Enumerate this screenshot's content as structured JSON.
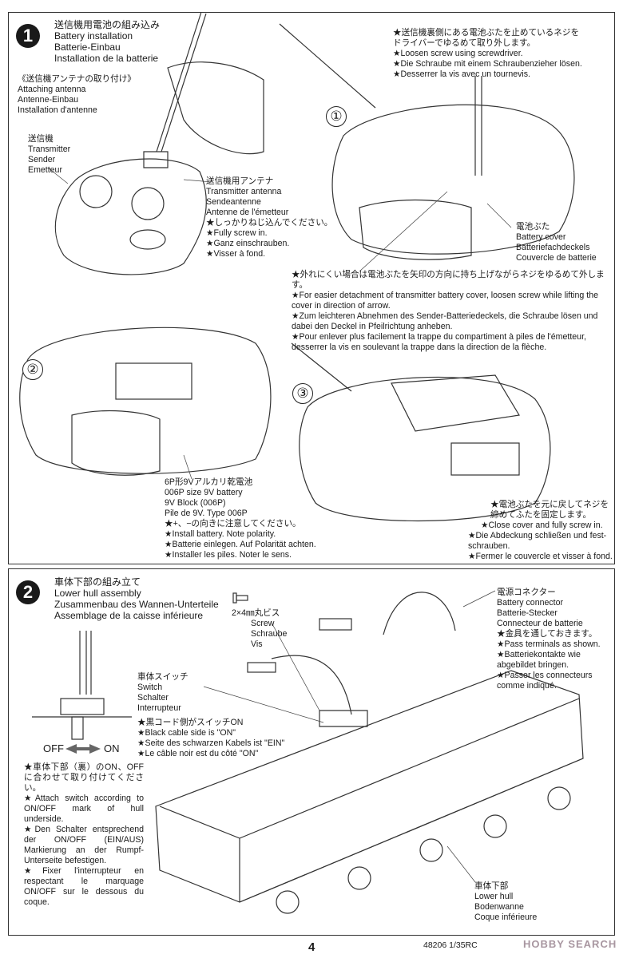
{
  "step1": {
    "number": "1",
    "title": [
      "送信機用電池の組み込み",
      "Battery installation",
      "Batterie-Einbau",
      "Installation de la batterie"
    ],
    "antenna": [
      "《送信機アンテナの取り付け》",
      "Attaching antenna",
      "Antenne-Einbau",
      "Installation d'antenne"
    ],
    "transmitter": [
      "送信機",
      "Transmitter",
      "Sender",
      "Emetteur"
    ],
    "transmitter_antenna": [
      "送信機用アンテナ",
      "Transmitter antenna",
      "Sendeantenne",
      "Antenne de l'émetteur",
      "★しっかりねじ込んでください。",
      "★Fully screw in.",
      "★Ganz einschrauben.",
      "★Visser à fond."
    ],
    "sub1": "①",
    "loosen": [
      "★送信機裏側にある電池ぶたを止めているネジを",
      "ドライバーでゆるめて取り外します。",
      "★Loosen screw using screwdriver.",
      "★Die Schraube mit einem Schraubenzieher lösen.",
      "★Desserrer la vis avec un tournevis."
    ],
    "battery_cover": [
      "電池ぶた",
      "Battery cover",
      "Batteriefachdeckels",
      "Couvercle de batterie"
    ],
    "detach_note": [
      "★外れにくい場合は電池ぶたを矢印の方向に持ち上げながらネジをゆるめて外します。",
      "★For easier detachment of transmitter battery cover, loosen screw while lifting the cover in direction of arrow.",
      "★Zum leichteren Abnehmen des Sender-Batteriedeckels, die Schraube lösen und dabei den Deckel in Pfeilrichtung anheben.",
      "★Pour enlever plus facilement la trappe du compartiment à piles de l'émetteur, desserrer la vis en soulevant la trappe dans la direction de la flèche."
    ],
    "sub2": "②",
    "sub3": "③",
    "battery": [
      "6P形9Vアルカリ乾電池",
      "006P size 9V battery",
      "9V Block (006P)",
      "Pile de 9V. Type 006P",
      "★+、−の向きに注意してください。",
      "★Install battery. Note polarity.",
      "★Batterie einlegen. Auf Polarität achten.",
      "★Installer les piles. Noter le sens."
    ],
    "close_cover": [
      "★電池ぶたを元に戻してネジを",
      "締めてふたを固定します。",
      "★Close cover and fully screw in.",
      "★Die Abdeckung schließen und fest-",
      "schrauben.",
      "★Fermer le couvercle et visser à fond."
    ]
  },
  "step2": {
    "number": "2",
    "title": [
      "車体下部の組み立て",
      "Lower hull assembly",
      "Zusammenbau des Wannen-Unterteile",
      "Assemblage de la caisse inférieure"
    ],
    "screw": [
      "2×4㎜丸ビス",
      "Screw",
      "Schraube",
      "Vis"
    ],
    "switch": [
      "車体スイッチ",
      "Switch",
      "Schalter",
      "Interrupteur"
    ],
    "black_cable": [
      "★黒コード側がスイッチON",
      "★Black cable side is \"ON\"",
      "★Seite des schwarzen Kabels ist \"EIN\"",
      "★Le câble noir est du côté \"ON\""
    ],
    "off_label": "OFF",
    "on_label": "ON",
    "attach_note": [
      "★車体下部（裏）のON、OFFに合わせて取り付けてください。",
      "★Attach switch according to ON/OFF mark of hull underside.",
      "★Den Schalter entsprechend der ON/OFF (EIN/AUS) Markierung an der Rumpf-Unterseite befestigen.",
      "★Fixer l'interrupteur en respectant le marquage ON/OFF sur le dessous du coque."
    ],
    "battery_connector": [
      "電源コネクター",
      "Battery connector",
      "Batterie-Stecker",
      "Connecteur de batterie",
      "★金具を通しておきます。",
      "★Pass terminals as shown.",
      "★Batteriekontakte wie",
      "abgebildet bringen.",
      "★Passer les connecteurs",
      "comme indiqué."
    ],
    "lower_hull": [
      "車体下部",
      "Lower hull",
      "Bodenwanne",
      "Coque inférieure"
    ]
  },
  "footer": {
    "page_number": "4",
    "product": "48206  1/35RC",
    "watermark": "HOBBY SEARCH"
  }
}
